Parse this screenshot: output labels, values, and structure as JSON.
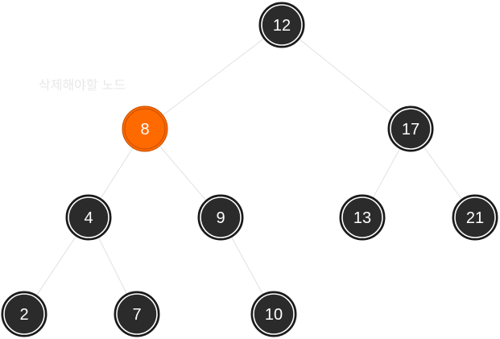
{
  "annotation": {
    "text": "삭제해야할 노드",
    "color": "#e8e8e8"
  },
  "colors": {
    "node_fill": "#2b2b2b",
    "node_ring": "#ffffff",
    "node_border": "#1a1a1a",
    "highlight_fill": "#ff6a00",
    "highlight_ring": "#c24d00",
    "edge": "#e6e6e6",
    "label": "#ffffff"
  },
  "nodes": [
    {
      "id": "n12",
      "label": "12",
      "highlighted": false
    },
    {
      "id": "n8",
      "label": "8",
      "highlighted": true
    },
    {
      "id": "n17",
      "label": "17",
      "highlighted": false
    },
    {
      "id": "n4",
      "label": "4",
      "highlighted": false
    },
    {
      "id": "n9",
      "label": "9",
      "highlighted": false
    },
    {
      "id": "n13",
      "label": "13",
      "highlighted": false
    },
    {
      "id": "n21",
      "label": "21",
      "highlighted": false
    },
    {
      "id": "n2",
      "label": "2",
      "highlighted": false
    },
    {
      "id": "n7",
      "label": "7",
      "highlighted": false
    },
    {
      "id": "n10",
      "label": "10",
      "highlighted": false
    }
  ],
  "edges": [
    {
      "from": "n12",
      "to": "n8"
    },
    {
      "from": "n12",
      "to": "n17"
    },
    {
      "from": "n8",
      "to": "n4"
    },
    {
      "from": "n8",
      "to": "n9"
    },
    {
      "from": "n17",
      "to": "n13"
    },
    {
      "from": "n17",
      "to": "n21"
    },
    {
      "from": "n4",
      "to": "n2"
    },
    {
      "from": "n4",
      "to": "n7"
    },
    {
      "from": "n9",
      "to": "n10"
    }
  ]
}
